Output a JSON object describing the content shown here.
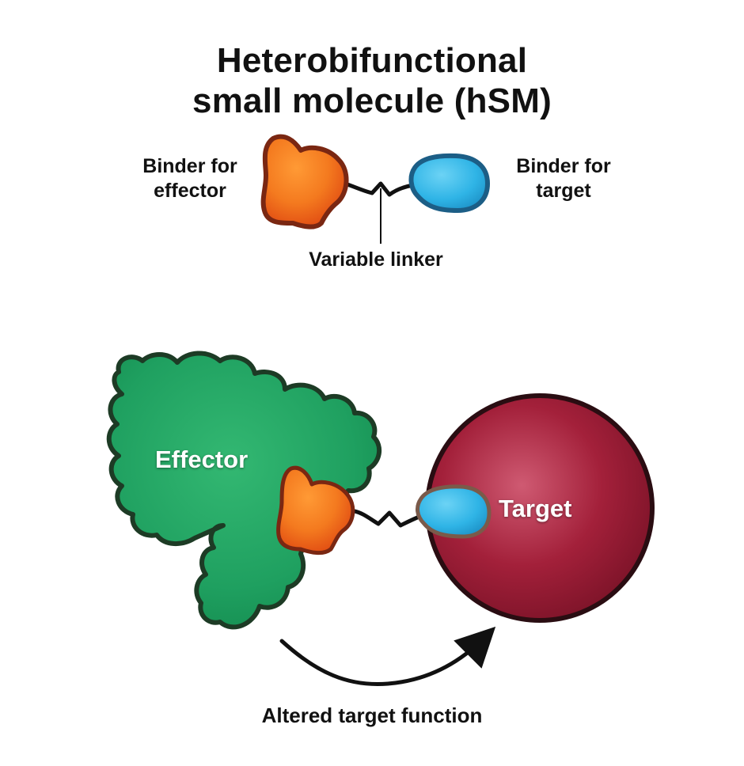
{
  "title": {
    "line1": "Heterobifunctional",
    "line2": "small molecule (hSM)"
  },
  "hsm_labels": {
    "binder_effector_line1": "Binder for",
    "binder_effector_line2": "effector",
    "binder_target_line1": "Binder for",
    "binder_target_line2": "target",
    "variable_linker": "Variable linker"
  },
  "complex": {
    "effector_label": "Effector",
    "target_label": "Target",
    "outcome_label": "Altered target function"
  },
  "colors": {
    "effector_binder": "#f47a1f",
    "target_binder": "#2fb4e6",
    "effector_protein": "#1fa060",
    "target_protein": "#a3203a",
    "linker": "#111111"
  }
}
